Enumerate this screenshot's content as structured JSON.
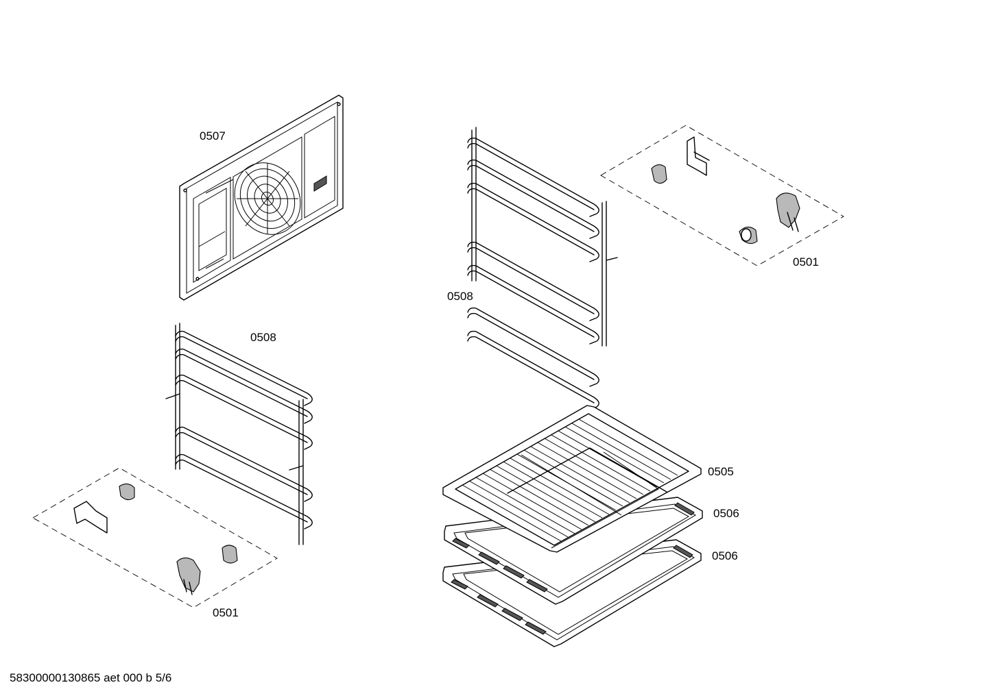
{
  "labels": {
    "back_panel": "0507",
    "rail_right": "0508",
    "rail_left": "0508",
    "clips_right": "0501",
    "clips_left": "0501",
    "grid_shelf": "0505",
    "tray_upper": "0506",
    "tray_lower": "0506"
  },
  "footer": {
    "doc_id": "58300000130865 aet 000 b 5/6"
  }
}
